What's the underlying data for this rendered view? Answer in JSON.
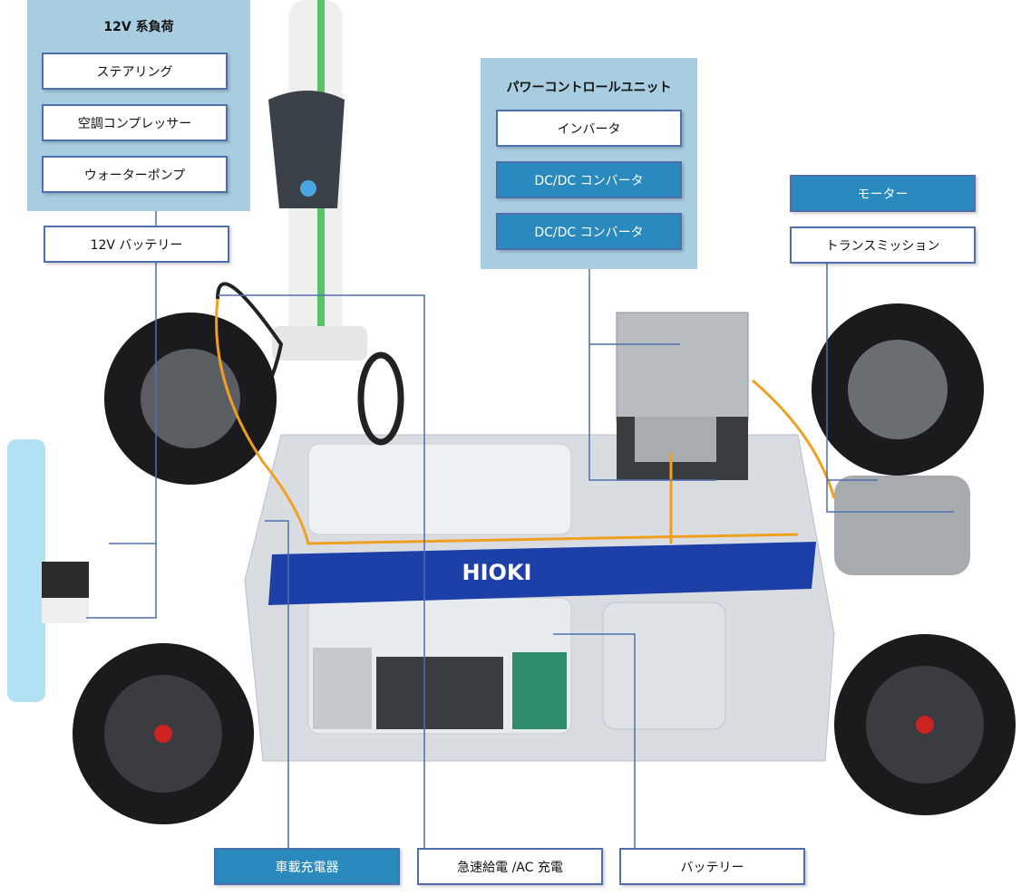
{
  "load_12v": {
    "title": "12V 系負荷",
    "items": [
      "ステアリング",
      "空調コンプレッサー",
      "ウォーターポンプ"
    ],
    "battery": "12V バッテリー"
  },
  "pcu": {
    "title": "パワーコントロールユニット",
    "items": [
      "インバータ",
      "DC/DC コンバータ",
      "DC/DC コンバータ"
    ]
  },
  "drive": {
    "items": [
      "モーター",
      "トランスミッション"
    ]
  },
  "bottom": {
    "items": [
      "車載充電器",
      "急速給電 /AC 充電",
      "バッテリー"
    ]
  },
  "brand": "HIOKI",
  "colors": {
    "panel": "#a8cde0",
    "accent": "#2a89bd",
    "border": "#4e6fae"
  }
}
